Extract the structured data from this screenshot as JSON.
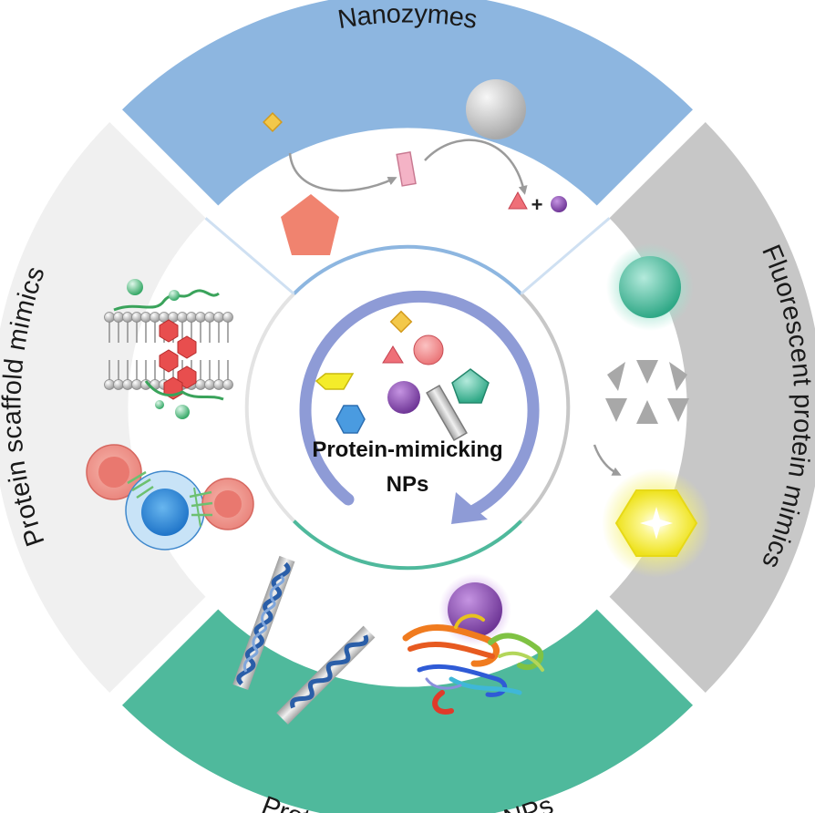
{
  "segments": {
    "top": {
      "label": "Nanozymes",
      "color": "#8db6e0"
    },
    "right": {
      "label": "Fluorescent protein mimics",
      "color": "#c7c7c7"
    },
    "bottom": {
      "label": "Protein/DNA binding NPs",
      "color": "#4fb99c"
    },
    "left": {
      "label": "Protein scaffold mimics",
      "color": "#f0f0f0"
    }
  },
  "center": {
    "line1": "Protein-mimicking",
    "line2": "NPs",
    "arrow_color": "#8e9bd6"
  },
  "nanozymes": {
    "plus": "+"
  },
  "colors": {
    "diamond": "#f3c84a",
    "pentagon_salmon": "#f0836f",
    "pink": "#f4b3c6",
    "grey_sphere": "#c9c9c9",
    "triangle": "#ef6f78",
    "purple": "#8a4fb1",
    "teal": "#4cc4a2",
    "yellow": "#f4ec2a",
    "hex_blue": "#4a9be0",
    "cell_red": "#f29080",
    "cell_blue": "#3d9be0"
  }
}
